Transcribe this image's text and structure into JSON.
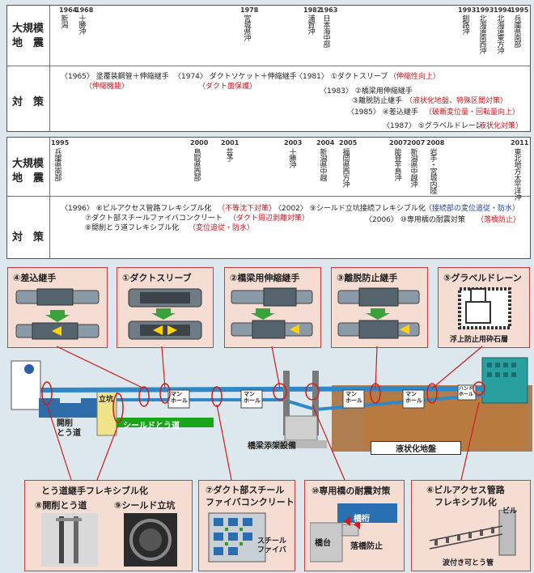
{
  "table1": {
    "row1_label": "大規模\n地　震",
    "row2_label": "対　策",
    "quakes": [
      {
        "year": "1964",
        "name": "新潟"
      },
      {
        "year": "1968",
        "name": "十勝沖"
      },
      {
        "year": "1978",
        "name": "宮城県沖"
      },
      {
        "year": "1982",
        "name": "浦賀沖"
      },
      {
        "year": "1963",
        "name": "日本海中部"
      },
      {
        "year": "1993",
        "name": "釧路沖"
      },
      {
        "year": "1993",
        "name": "北海道南西沖"
      },
      {
        "year": "1994",
        "name": "北海道東方沖"
      },
      {
        "year": "1995",
        "name": "兵庫県南部"
      }
    ],
    "measures": [
      {
        "a": "〈1965〉 塗覆装鋼管＋伸縮継手",
        "b": "〈1974〉 ダクトソケット＋伸縮継手",
        "c": "〈1981〉 ①ダクトスリーブ",
        "d": "（伸縮性向上）"
      },
      {
        "a": "（伸縮機能）",
        "b": "（ダクト面保護）",
        "c": "〈1983〉 ②橋梁用伸縮継手"
      },
      {
        "a": "③離脱防止継手",
        "d": "（液状化地盤、特殊区間対策）"
      },
      {
        "a": "〈1985〉 ④差込継手",
        "d": "（破断変位量・回転量向上）"
      },
      {
        "a": "〈1987〉 ⑤グラベルドレーン",
        "d": "（液状化対策）"
      }
    ]
  },
  "table2": {
    "row1_label": "大規模\n地　震",
    "row2_label": "対　策",
    "quakes": [
      {
        "year": "1995",
        "name": "兵庫県南部"
      },
      {
        "year": "2000",
        "name": "鳥取県西部"
      },
      {
        "year": "2001",
        "name": "芸予"
      },
      {
        "year": "2003",
        "name": "十勝沖"
      },
      {
        "year": "2004",
        "name": "新潟県中越"
      },
      {
        "year": "2005",
        "name": "福岡県西方沖"
      },
      {
        "year": "2007",
        "name": "能登半島沖"
      },
      {
        "year": "2007",
        "name": "新潟県中越沖"
      },
      {
        "year": "2008",
        "name": "岩手・宮城内陸"
      },
      {
        "year": "2011",
        "name": "東北地方太平洋沖"
      }
    ],
    "m1": "〈1996〉 ⑥ビルアクセス管路フレキシブル化",
    "m1r": "（不等沈下対策）",
    "m2": "〈2002〉 ⑨シールド立坑接続フレキシブル化",
    "m2r": "（接続部の変位追従・防水）",
    "m3": "⑦ダクト部スチールファイバコンクリート",
    "m3r": "（ダクト周辺剥離対策）",
    "m4": "〈2006〉 ⑩専用橋の耐震対策",
    "m4r": "（落橋防止）",
    "m5": "⑧開削とう道フレキシブル化",
    "m5r": "（変位追従・防水）"
  },
  "panels": {
    "p4": "④差込継手",
    "p1": "①ダクトスリーブ",
    "p2": "②橋梁用伸縮継手",
    "p3": "③離脱防止継手",
    "p5": "⑤グラベルドレーン",
    "p5_caption": "浮上防止用砕石層",
    "p8": "とう道継手フレキシブル化",
    "p8a": "⑧開削とう道",
    "p8b": "⑨シールド立坑",
    "p7": "⑦ダクト部スチール\nファイバコンクリート",
    "p7_label": "スチール\nファイバ",
    "p10": "⑩専用橋の耐震対策",
    "p10_a": "橋桁",
    "p10_b": "橋台",
    "p10_c": "落橋防止",
    "p6": "⑥ビルアクセス管路\nフレキシブル化",
    "p6_a": "ビル",
    "p6_b": "波付き可とう管"
  },
  "scene": {
    "shaft": "立坑",
    "open_cut": "開削\nとう道",
    "shield": "シールドとう道",
    "bridge": "橋梁添架設備",
    "liquefaction": "液状化地盤",
    "manhole": "マン\nホール",
    "handhole": "ハンド\nホール"
  }
}
